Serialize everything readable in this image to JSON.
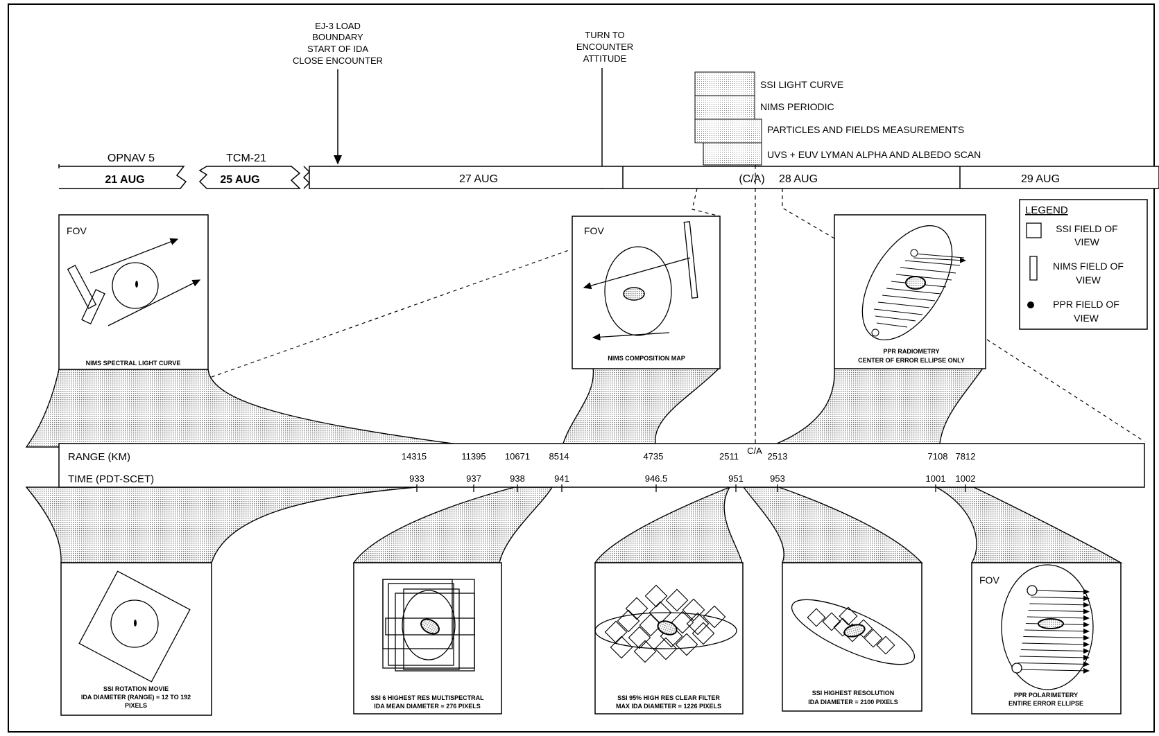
{
  "top_events": {
    "ej3": [
      "EJ-3 LOAD",
      "BOUNDARY",
      "START OF IDA",
      "CLOSE ENCOUNTER"
    ],
    "turn": [
      "TURN TO",
      "ENCOUNTER",
      "ATTITUDE"
    ]
  },
  "activities": [
    "SSI LIGHT CURVE",
    "NIMS PERIODIC",
    "PARTICLES AND FIELDS MEASUREMENTS",
    "UVS + EUV LYMAN ALPHA AND ALBEDO SCAN"
  ],
  "timeline": {
    "opnav": "OPNAV 5",
    "tcm": "TCM-21",
    "aug21": "21 AUG",
    "aug25": "25 AUG",
    "aug27": "27 AUG",
    "ca": "(C/A)",
    "aug28": "28 AUG",
    "aug29": "29 AUG"
  },
  "legend": {
    "title": "LEGEND",
    "ssi": [
      "SSI FIELD OF",
      "VIEW"
    ],
    "nims": [
      "NIMS FIELD OF",
      "VIEW"
    ],
    "ppr": [
      "PPR FIELD OF",
      "VIEW"
    ]
  },
  "panels_top": {
    "p1": {
      "fov": "FOV",
      "caption": [
        "NIMS SPECTRAL LIGHT CURVE"
      ]
    },
    "p2": {
      "fov": "FOV",
      "caption": [
        "NIMS COMPOSITION MAP"
      ]
    },
    "p3": {
      "caption": [
        "PPR RADIOMETRY",
        "CENTER OF ERROR ELLIPSE ONLY"
      ]
    }
  },
  "panels_bottom": {
    "b1": {
      "caption": [
        "SSI ROTATION MOVIE",
        "IDA DIAMETER (RANGE) = 12 TO 192",
        "PIXELS"
      ]
    },
    "b2": {
      "caption": [
        "SSI 6 HIGHEST RES MULTISPECTRAL",
        "IDA MEAN DIAMETER = 276 PIXELS"
      ]
    },
    "b3": {
      "caption": [
        "SSI 95% HIGH RES CLEAR FILTER",
        "MAX IDA DIAMETER = 1226 PIXELS"
      ]
    },
    "b4": {
      "caption": [
        "SSI HIGHEST RESOLUTION",
        "IDA DIAMETER = 2100 PIXELS"
      ]
    },
    "b5": {
      "fov": "FOV",
      "caption": [
        "PPR POLARIMETERY",
        "ENTIRE ERROR ELLIPSE"
      ]
    }
  },
  "scale": {
    "range_label": "RANGE (KM)",
    "time_label": "TIME (PDT-SCET)",
    "ca": "C/A",
    "ranges": [
      "14315",
      "11395",
      "10671",
      "8514",
      "4735",
      "2511",
      "2513",
      "7108",
      "7812"
    ],
    "times": [
      "933",
      "937",
      "938",
      "941",
      "946.5",
      "951",
      "953",
      "1001",
      "1002"
    ]
  }
}
